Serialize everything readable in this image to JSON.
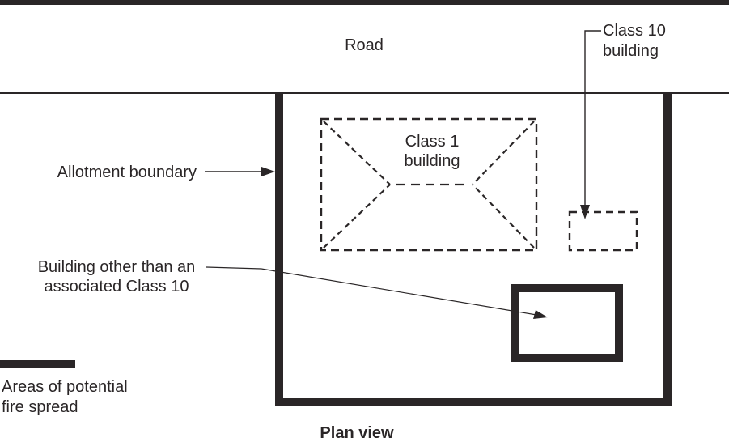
{
  "figure": {
    "caption": "Plan view",
    "road": {
      "label": "Road"
    },
    "allotment_boundary": {
      "label": "Allotment boundary"
    },
    "class1_building": {
      "label": [
        "Class 1",
        "building"
      ]
    },
    "class10_building": {
      "label": [
        "Class 10",
        "building"
      ]
    },
    "building_other": {
      "label": [
        "Building other than an",
        "associated Class 10"
      ]
    },
    "legend": {
      "fire_spread_label": [
        "Areas of potential",
        "fire spread"
      ]
    },
    "colors": {
      "ink": "#2a2627",
      "background": "#ffffff"
    }
  }
}
